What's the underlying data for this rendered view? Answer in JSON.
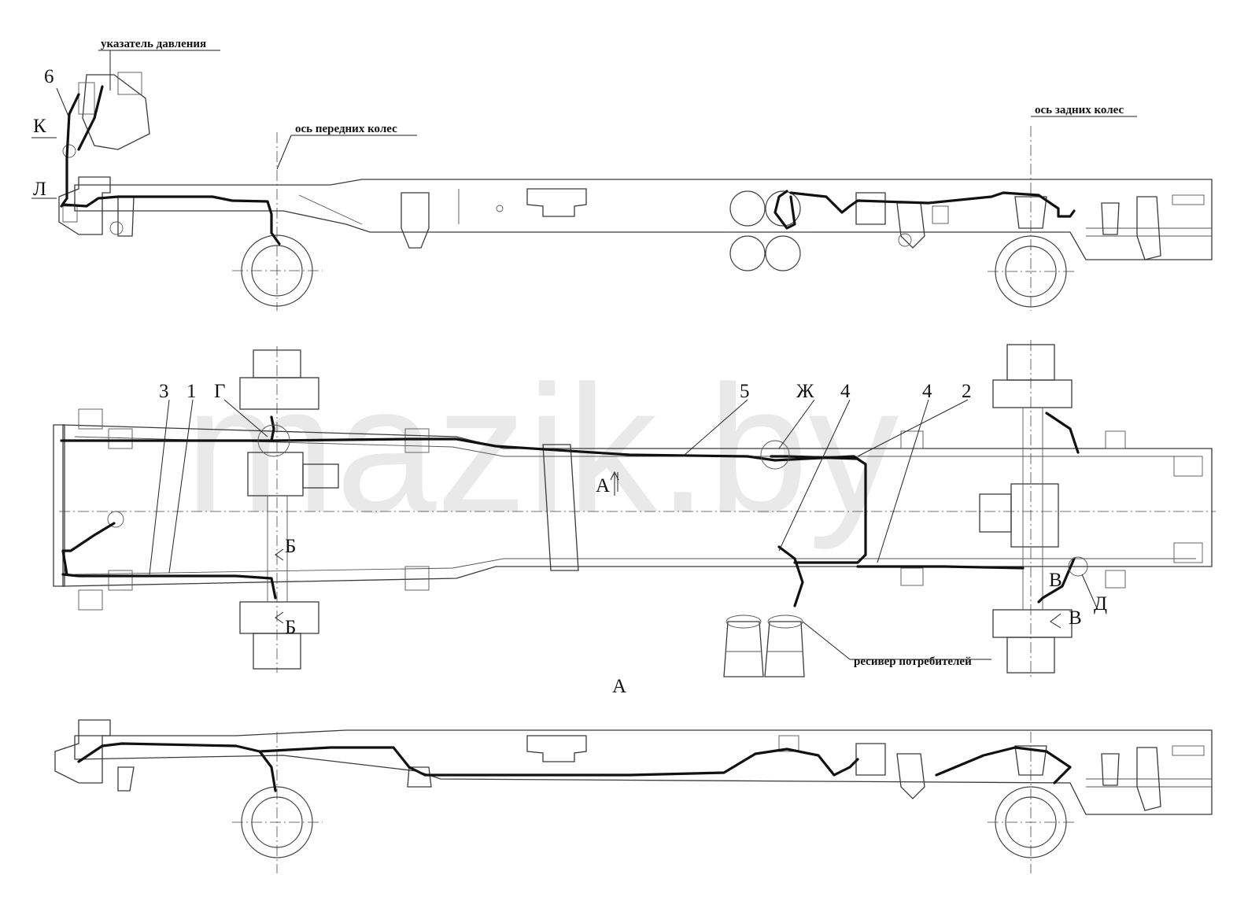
{
  "watermark": "mazik.by",
  "annotations": {
    "pressure_gauge": "указатель давления",
    "front_axle": "ось передних колес",
    "rear_axle": "ось задних колес",
    "consumer_receiver": "ресивер потребителей"
  },
  "view_label": "А",
  "view_arrow_label": "А",
  "callouts": {
    "c6": "6",
    "cK": "К",
    "cL": "Л",
    "c3": "3",
    "c1": "1",
    "cG": "Г",
    "c5": "5",
    "cZh": "Ж",
    "c4a": "4",
    "c4b": "4",
    "c2": "2",
    "cB1": "Б",
    "cB2": "Б",
    "cV1": "В",
    "cV2": "В",
    "cD": "Д"
  }
}
